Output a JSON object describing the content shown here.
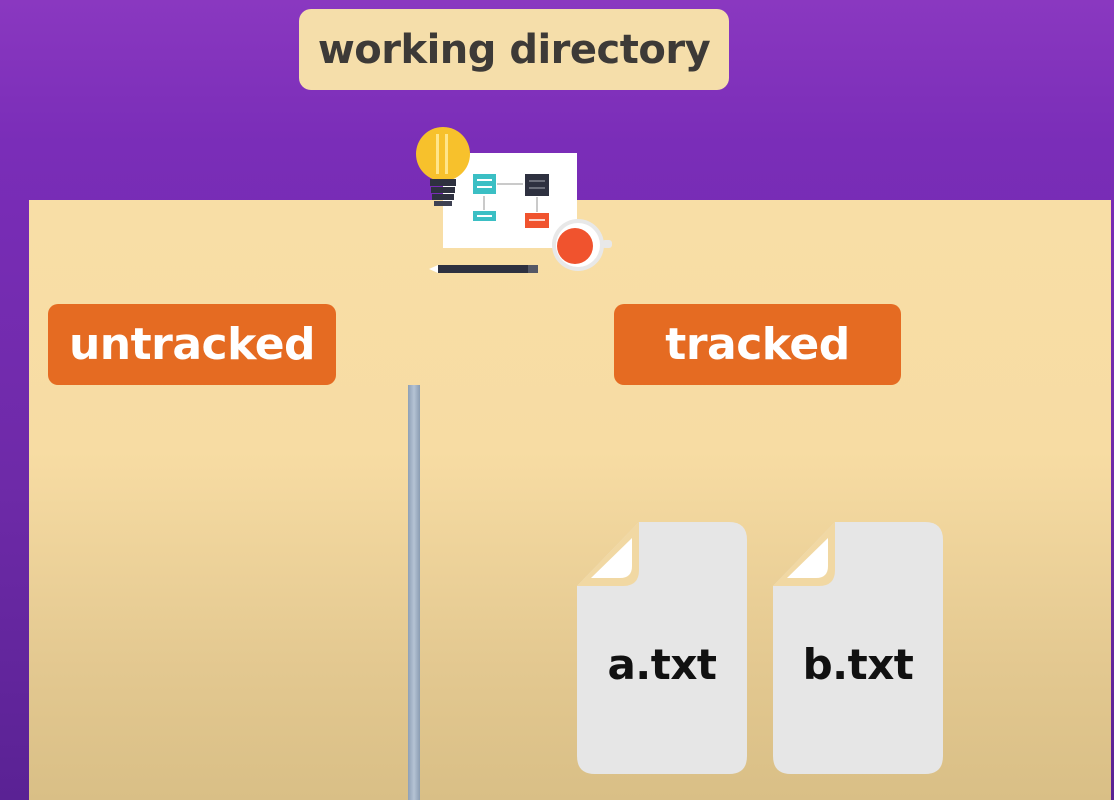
{
  "title": "working directory",
  "sections": {
    "untracked": {
      "label": "untracked"
    },
    "tracked": {
      "label": "tracked"
    }
  },
  "files": [
    {
      "name": "a.txt"
    },
    {
      "name": "b.txt"
    }
  ],
  "illustration": {
    "icons": [
      "lightbulb-icon",
      "flowchart-icon",
      "pencil-icon",
      "coffee-cup-icon"
    ]
  },
  "colors": {
    "background": "#7a2db8",
    "panel": "#f7dca3",
    "title_box": "#f5deaa",
    "badge": "#e56b22",
    "file": "#e8e8e8",
    "divider": "#a8b5c5"
  }
}
